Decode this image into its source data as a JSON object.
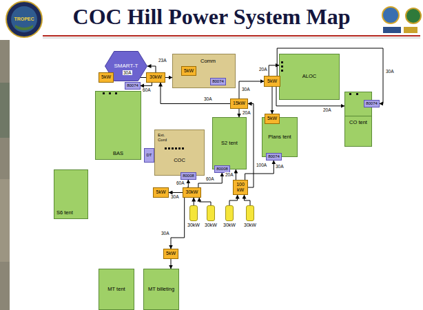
{
  "diagram": {
    "title": "COC Hill Power System Map",
    "nodes": [
      {
        "text": [
          "SMART-T"
        ]
      },
      {
        "text": [
          "5kW"
        ]
      },
      {
        "text": [
          "30kW"
        ]
      },
      {
        "text": [
          "80074"
        ]
      },
      {
        "text": [
          "BAS"
        ]
      },
      {
        "text": [
          "Comm"
        ]
      },
      {
        "text": [
          "5kW"
        ],
        "in": 5
      },
      {
        "text": [
          "80074"
        ],
        "in": 5
      },
      {
        "text": [
          "ALOC"
        ]
      },
      {
        "text": [
          "5kW"
        ]
      },
      {
        "text": [
          "15kW"
        ]
      },
      {
        "text": [
          "S2 tent"
        ]
      },
      {
        "text": [
          "80008"
        ],
        "in": 11
      },
      {
        "text": [
          "Plans tent"
        ]
      },
      {
        "text": [
          "5kW"
        ],
        "in": 13
      },
      {
        "text": [
          "80074"
        ],
        "in": 13
      },
      {
        "text": [
          "CO tent"
        ]
      },
      {
        "text": [
          "80074"
        ],
        "in": 16
      },
      {
        "text": [
          "Ext. Cord",
          "COC"
        ]
      },
      {
        "text": [
          "DT"
        ],
        "in": 18
      },
      {
        "text": [
          "80008"
        ],
        "in": 18
      },
      {
        "text": [
          "S6 tent"
        ]
      },
      {
        "text": [
          "5kW"
        ]
      },
      {
        "text": [
          "30kW"
        ]
      },
      {
        "text": [
          "100 kW"
        ]
      },
      {
        "text": [
          "30kW"
        ]
      },
      {
        "text": [
          "30kW"
        ]
      },
      {
        "text": [
          "30kW"
        ]
      },
      {
        "text": [
          "30kW"
        ]
      },
      {
        "text": [
          "5kW"
        ]
      },
      {
        "text": [
          "MT tent"
        ]
      },
      {
        "text": [
          "MT billeting"
        ]
      }
    ],
    "edges": [
      {
        "from": 2,
        "to": 0,
        "label": "23A",
        "arrow": "to"
      },
      {
        "from": 2,
        "to": 1,
        "label": "30A",
        "arrow": "to"
      },
      {
        "from": 2,
        "to": 3,
        "label": "60A",
        "arrow": "to"
      },
      {
        "from": 10,
        "to": 2,
        "label": "30A",
        "arrow": "to"
      },
      {
        "from": 2,
        "to": 5,
        "arrow": "to"
      },
      {
        "from": 10,
        "to": 9,
        "label": "30A",
        "arrow": "to"
      },
      {
        "from": 9,
        "to": 8,
        "label": "20A",
        "arrow": "to"
      },
      {
        "from": 9,
        "to": 16,
        "label": "20A",
        "arrow": "to"
      },
      {
        "from": 9,
        "to": 17,
        "label": "30A",
        "arrow": "to"
      },
      {
        "from": 9,
        "to": 14,
        "arrow": "to"
      },
      {
        "from": 10,
        "to": 11,
        "label": "20A",
        "arrow": "to"
      },
      {
        "from": 24,
        "to": 10,
        "label": "100A",
        "arrow": "to"
      },
      {
        "from": 24,
        "to": 15,
        "label": "30A",
        "arrow": "to"
      },
      {
        "from": 24,
        "to": 11,
        "label": "20A",
        "arrow": "to"
      },
      {
        "from": 23,
        "to": 12,
        "label": "60A",
        "arrow": "to"
      },
      {
        "from": 23,
        "to": 22,
        "label": "30A",
        "arrow": "to"
      },
      {
        "from": 23,
        "to": 20,
        "label": "60A",
        "arrow": "to"
      },
      {
        "from": 23,
        "to": 29,
        "label": "30A",
        "arrow": "to"
      },
      {
        "from": 29,
        "to": 31,
        "arrow": "to"
      },
      {
        "from": 25,
        "to": 23,
        "arrow": "to"
      },
      {
        "from": 26,
        "to": 23,
        "arrow": "to"
      },
      {
        "from": 27,
        "to": 24,
        "arrow": "to"
      },
      {
        "from": 28,
        "to": 24,
        "arrow": "to"
      }
    ],
    "labels": [
      "TROPEC"
    ]
  }
}
